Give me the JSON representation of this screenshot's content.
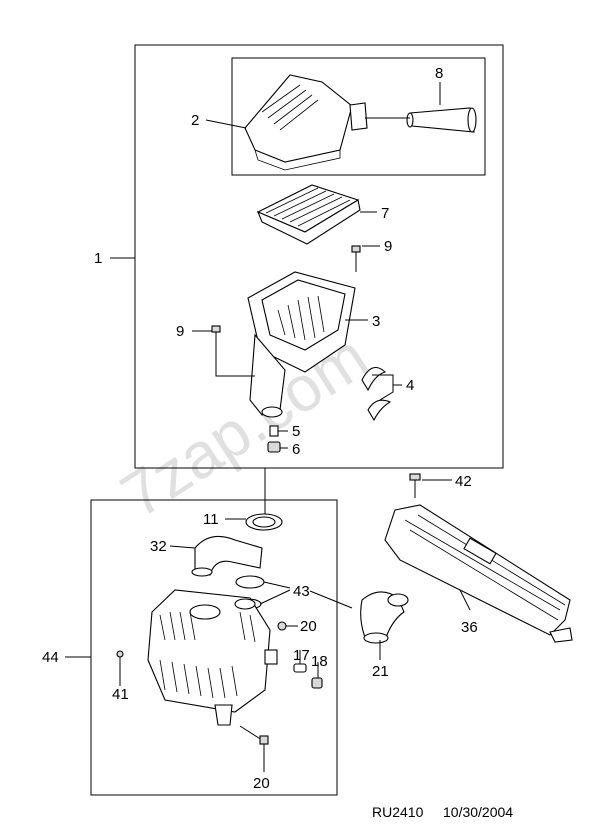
{
  "watermark": "7zap.com",
  "footer": {
    "code": "RU2410",
    "date": "10/30/2004"
  },
  "callouts": {
    "c1": "1",
    "c2": "2",
    "c3": "3",
    "c4": "4",
    "c5": "5",
    "c6": "6",
    "c7": "7",
    "c8": "8",
    "c9a": "9",
    "c9b": "9",
    "c11": "11",
    "c17": "17",
    "c18": "18",
    "c20a": "20",
    "c20b": "20",
    "c21": "21",
    "c32": "32",
    "c36": "36",
    "c41": "41",
    "c42": "42",
    "c43": "43",
    "c44": "44"
  }
}
